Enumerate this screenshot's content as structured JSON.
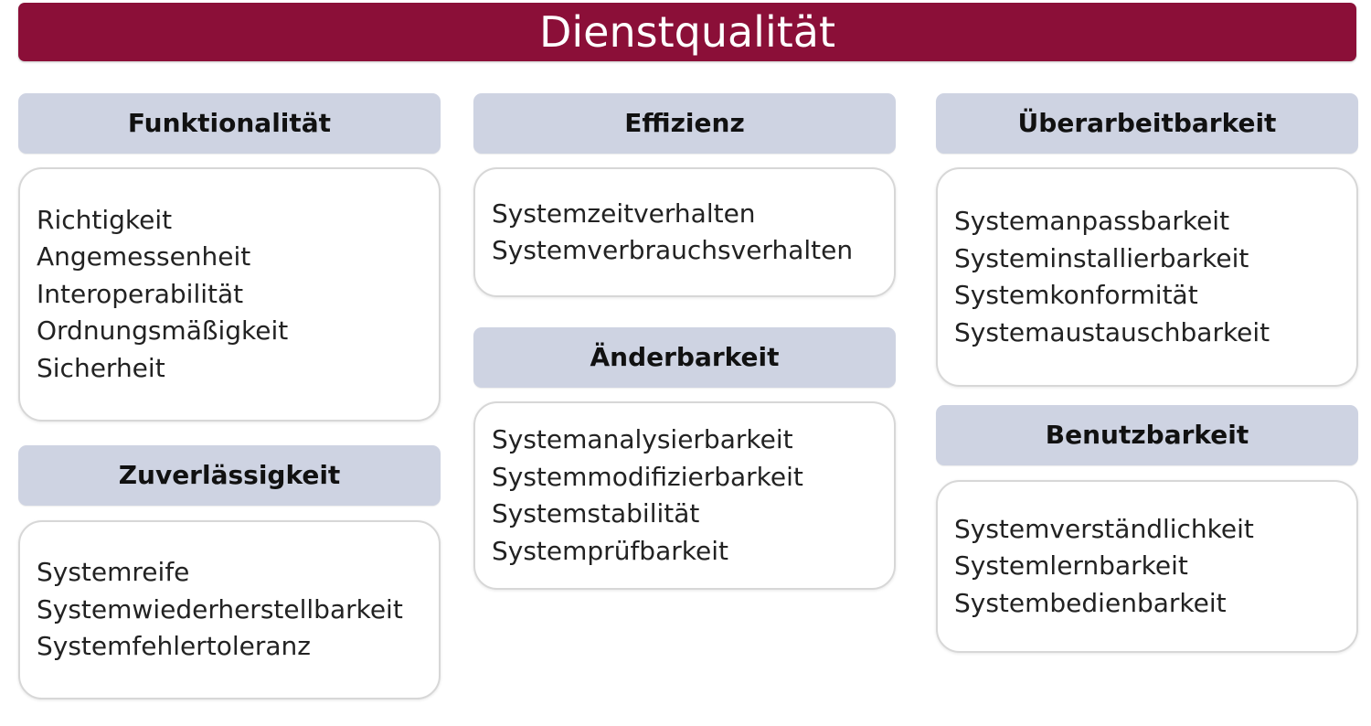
{
  "title": "Dienstqualität",
  "groups": [
    {
      "header": "Funktionalität",
      "items": [
        "Richtigkeit",
        "Angemessenheit",
        "Interoperabilität",
        "Ordnungsmäßigkeit",
        "Sicherheit"
      ]
    },
    {
      "header": "Zuverlässigkeit",
      "items": [
        "Systemreife",
        "Systemwiederherstellbarkeit",
        "Systemfehlertoleranz"
      ]
    },
    {
      "header": "Effizienz",
      "items": [
        "Systemzeitverhalten",
        "Systemverbrauchsverhalten"
      ]
    },
    {
      "header": "Änderbarkeit",
      "items": [
        "Systemanalysierbarkeit",
        "Systemmodifizierbarkeit",
        "Systemstabilität",
        "Systemprüfbarkeit"
      ]
    },
    {
      "header": "Überarbeitbarkeit",
      "items": [
        "Systemanpassbarkeit",
        "Systeminstallierbarkeit",
        "Systemkonformität",
        "Systemaustauschbarkeit"
      ]
    },
    {
      "header": "Benutzbarkeit",
      "items": [
        "Systemverständlichkeit",
        "Systemlernbarkeit",
        "Systembedienbarkeit"
      ]
    }
  ]
}
